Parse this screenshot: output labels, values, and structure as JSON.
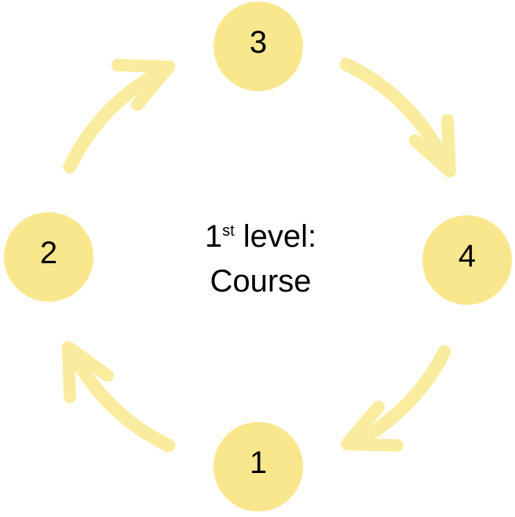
{
  "diagram": {
    "type": "cycle",
    "flow": "clockwise",
    "center_caption": {
      "line1": {
        "number": "1",
        "superscript": "st",
        "rest": " level:"
      },
      "line2": "Course",
      "full_text": "1st level: Course"
    },
    "nodes": [
      {
        "label": "1",
        "position": "bottom"
      },
      {
        "label": "2",
        "position": "left"
      },
      {
        "label": "3",
        "position": "top"
      },
      {
        "label": "4",
        "position": "right"
      }
    ],
    "arrows": [
      {
        "name": "arrow-1-to-2",
        "from": "1",
        "to": "2"
      },
      {
        "name": "arrow-2-to-3",
        "from": "2",
        "to": "3"
      },
      {
        "name": "arrow-3-to-4",
        "from": "3",
        "to": "4"
      },
      {
        "name": "arrow-4-to-1",
        "from": "4",
        "to": "1"
      }
    ],
    "colors": {
      "node_fill": "#F9E78D",
      "arrow": "#FAEC9E",
      "text": "#000000",
      "background": "#FFFFFF"
    }
  }
}
